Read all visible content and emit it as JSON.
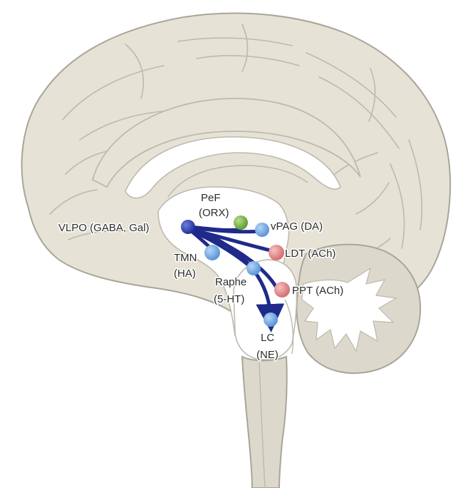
{
  "colors": {
    "tissue": "#e6e3d6",
    "tissue_outline": "#a9a598",
    "pathway": "#1f2a8a",
    "vlpo_node": "#2f3fa8",
    "wake_node_blue": "#6ea8e6",
    "orexin_node": "#7dba4a",
    "cholinergic_node": "#e58a8a"
  },
  "regions": [
    {
      "id": "vlpo",
      "label": "VLPO (GABA, Gal)",
      "color_key": "vlpo_node"
    },
    {
      "id": "pef",
      "label": "PeF",
      "label2": "(ORX)",
      "color_key": "orexin_node"
    },
    {
      "id": "vpag",
      "label": "vPAG (DA)",
      "color_key": "wake_node_blue"
    },
    {
      "id": "tmn",
      "label": "TMN",
      "label2": "(HA)",
      "color_key": "wake_node_blue"
    },
    {
      "id": "ldt",
      "label": "LDT (ACh)",
      "color_key": "cholinergic_node"
    },
    {
      "id": "raphe",
      "label": "Raphe",
      "label2": "(5-HT)",
      "color_key": "wake_node_blue"
    },
    {
      "id": "ppt",
      "label": "PPT (ACh)",
      "color_key": "cholinergic_node"
    },
    {
      "id": "lc",
      "label": "LC",
      "label2": "(NE)",
      "color_key": "wake_node_blue"
    }
  ]
}
